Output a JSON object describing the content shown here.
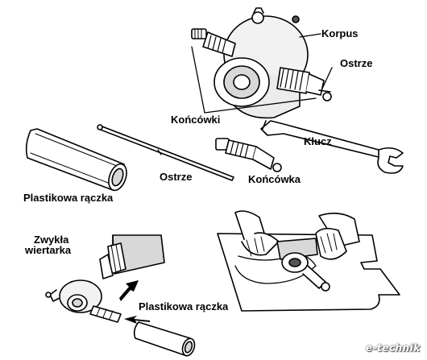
{
  "labels": {
    "korpus": "Korpus",
    "ostrze_top": "Ostrze",
    "koncowki": "Końcówki",
    "klucz": "Klucz",
    "koncowka": "Końcówka",
    "ostrze_mid": "Ostrze",
    "plastikowa_raczka_top": "Plastikowa rączka",
    "zwykla_wiertarka_line1": "Zwykła",
    "zwykla_wiertarka_line2": "wiertarka",
    "plastikowa_raczka_bottom": "Plastikowa rączka"
  },
  "watermark": "e-technik",
  "colors": {
    "ink": "#000000",
    "paper": "#ffffff",
    "shade": "#d8d8d8",
    "dark": "#555555"
  }
}
